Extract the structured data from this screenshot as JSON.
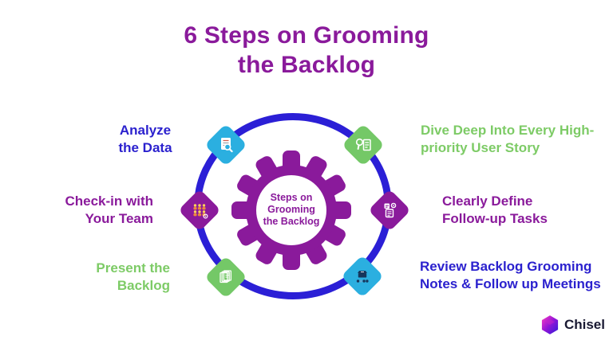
{
  "title": "6 Steps on Grooming\nthe Backlog",
  "center": {
    "label": "Steps on\nGrooming\nthe Backlog"
  },
  "steps": [
    {
      "label": "Analyze\nthe Data",
      "icon": "document-magnifier-icon",
      "diamond_color": "#2BAFE0",
      "label_color": "#2B21CE"
    },
    {
      "label": "Dive Deep Into Every High-\npriority User Story",
      "icon": "magnifier-list-icon",
      "diamond_color": "#74C867",
      "label_color": "#7DCB66"
    },
    {
      "label": "Check-in with\nYour Team",
      "icon": "team-icon",
      "diamond_color": "#8A1A9B",
      "label_color": "#8A1A9B"
    },
    {
      "label": "Clearly Define\nFollow-up Tasks",
      "icon": "clipboard-gear-icon",
      "diamond_color": "#8A1A9B",
      "label_color": "#8A1A9B"
    },
    {
      "label": "Present the\nBacklog",
      "icon": "stacked-docs-icon",
      "diamond_color": "#74C867",
      "label_color": "#7DCB66"
    },
    {
      "label": "Review Backlog Grooming\nNotes & Follow up Meetings",
      "icon": "box-network-icon",
      "diamond_color": "#2BAFE0",
      "label_color": "#2B21CE"
    }
  ],
  "colors": {
    "purple": "#8A1A9B",
    "ring_blue": "#2B1FD6",
    "background": "#FFFFFF",
    "logo_text": "#191932"
  },
  "logo": {
    "text": "Chisel"
  }
}
